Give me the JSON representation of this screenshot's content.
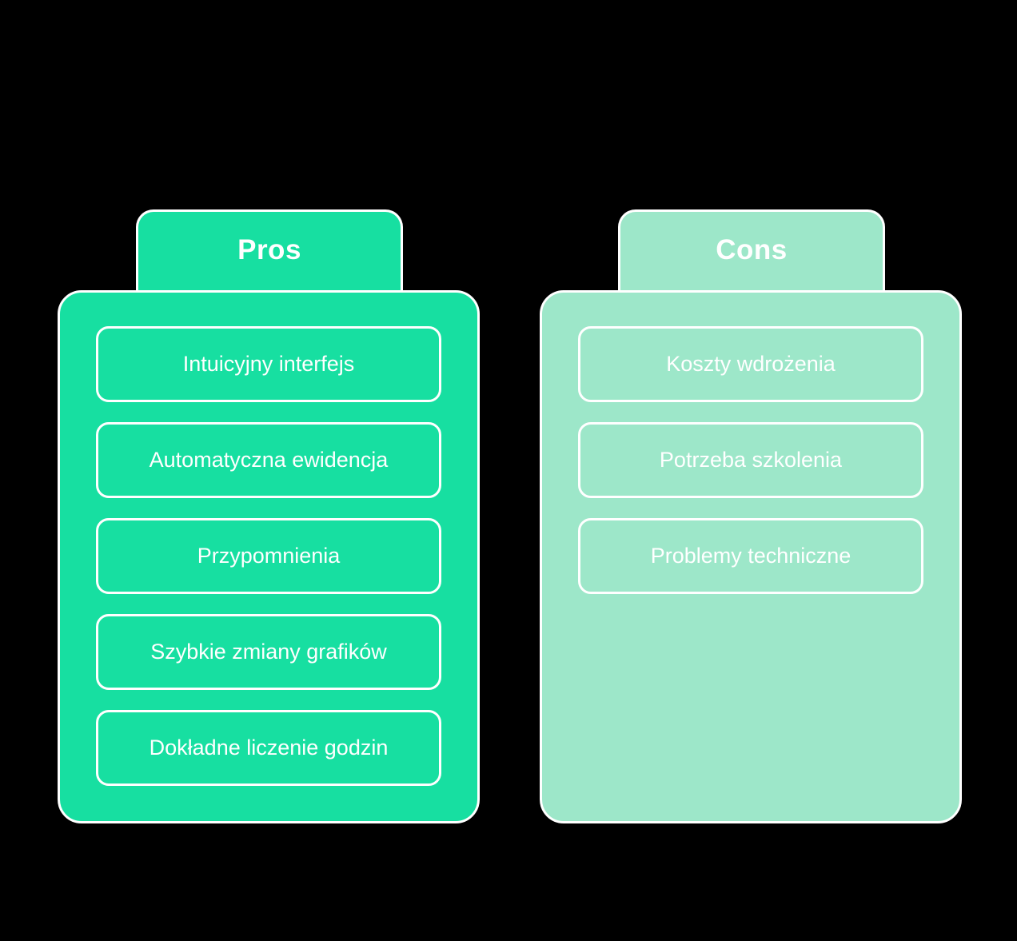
{
  "background_color": "#000000",
  "columns": [
    {
      "key": "pros",
      "title": "Pros",
      "accent_color": "#17DFA1",
      "border_color": "#FFFFFF",
      "text_color": "#FFFFFF",
      "items": [
        {
          "label": "Intuicyjny interfejs"
        },
        {
          "label": "Automatyczna ewidencja"
        },
        {
          "label": "Przypomnienia"
        },
        {
          "label": "Szybkie zmiany grafików"
        },
        {
          "label": "Dokładne liczenie godzin"
        }
      ]
    },
    {
      "key": "cons",
      "title": "Cons",
      "accent_color": "#9DE7C9",
      "border_color": "#FFFFFF",
      "text_color": "#FFFFFF",
      "items": [
        {
          "label": "Koszty wdrożenia"
        },
        {
          "label": "Potrzeba szkolenia"
        },
        {
          "label": "Problemy techniczne"
        }
      ]
    }
  ]
}
